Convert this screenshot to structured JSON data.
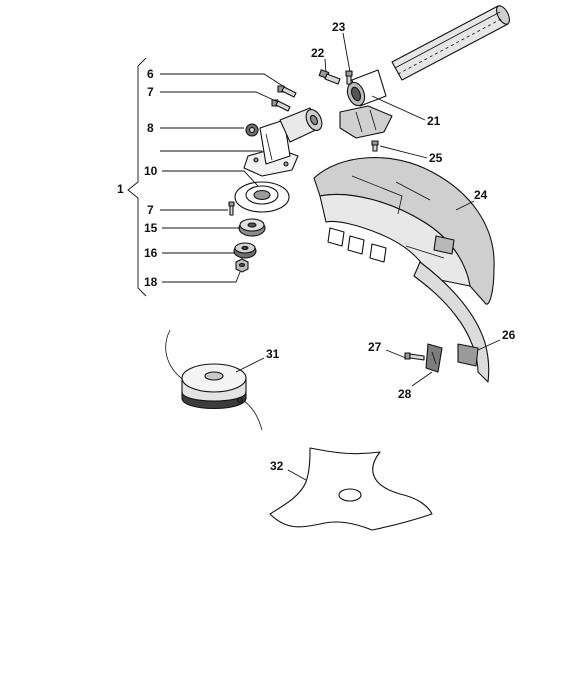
{
  "labels": {
    "l1": "1",
    "l6": "6",
    "l7a": "7",
    "l8": "8",
    "l10": "10",
    "l7b": "7",
    "l15": "15",
    "l16": "16",
    "l18": "18",
    "l21": "21",
    "l22": "22",
    "l23": "23",
    "l24": "24",
    "l25": "25",
    "l26": "26",
    "l27": "27",
    "l28": "28",
    "l31": "31",
    "l32": "32"
  },
  "colors": {
    "line": "#111111",
    "part_fill": "#ffffff",
    "shade_light": "#d9d9d9",
    "shade_mid": "#b3b3b3",
    "shade_dark": "#7a7a7a"
  }
}
